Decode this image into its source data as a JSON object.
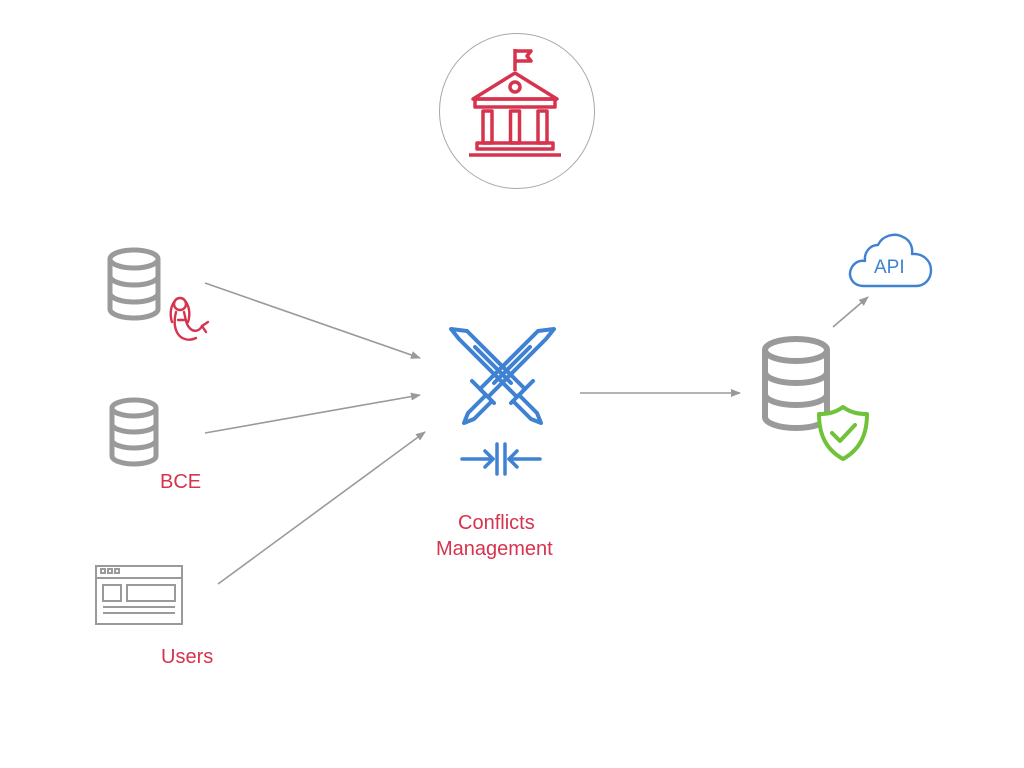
{
  "diagram": {
    "sources": {
      "bce_label": "BCE",
      "users_label": "Users"
    },
    "center": {
      "label_line1": "Conflicts",
      "label_line2": "Management"
    },
    "target": {
      "api_label": "API"
    },
    "icons": {
      "top": "institution-building-icon",
      "source_db_1": "database-icon",
      "source_db_1_badge": "mermaid-icon",
      "source_db_2": "database-icon",
      "users": "browser-window-icon",
      "center": "crossed-swords-icon",
      "center_sub": "merge-arrows-icon",
      "target_db": "database-icon",
      "target_badge": "shield-check-icon",
      "api": "cloud-icon"
    },
    "colors": {
      "accent_red": "#d6334e",
      "blue": "#3f82d2",
      "green": "#6fc23a",
      "gray": "#9a9a9a"
    }
  }
}
